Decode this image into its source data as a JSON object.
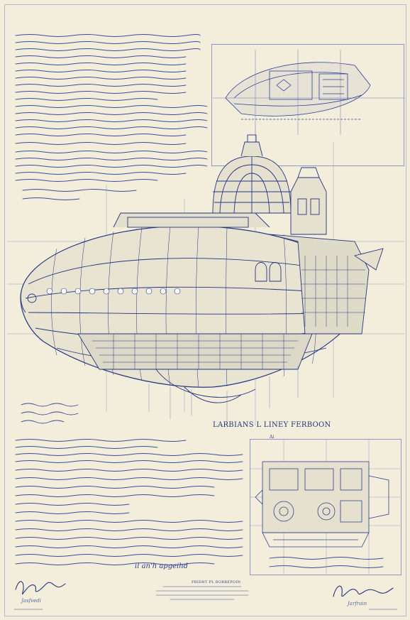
{
  "sheet": {
    "title": "LARBIANS L LINEY FERBOON",
    "subtitle": "Ai",
    "footer_caption": "FRIDNT PL BORBEPOIN",
    "script_note": "il an'h apgeihd",
    "signatures": [
      "Jasfvedi",
      "Jarfrain"
    ]
  },
  "colors": {
    "paper": "#f3eedc",
    "ink": "#2c3f8a",
    "ink_light": "#7c88bf"
  },
  "icons": [
    "airship-illustration",
    "top-detail-sketch",
    "bottom-mechanism-sketch",
    "signature-left",
    "signature-right"
  ]
}
